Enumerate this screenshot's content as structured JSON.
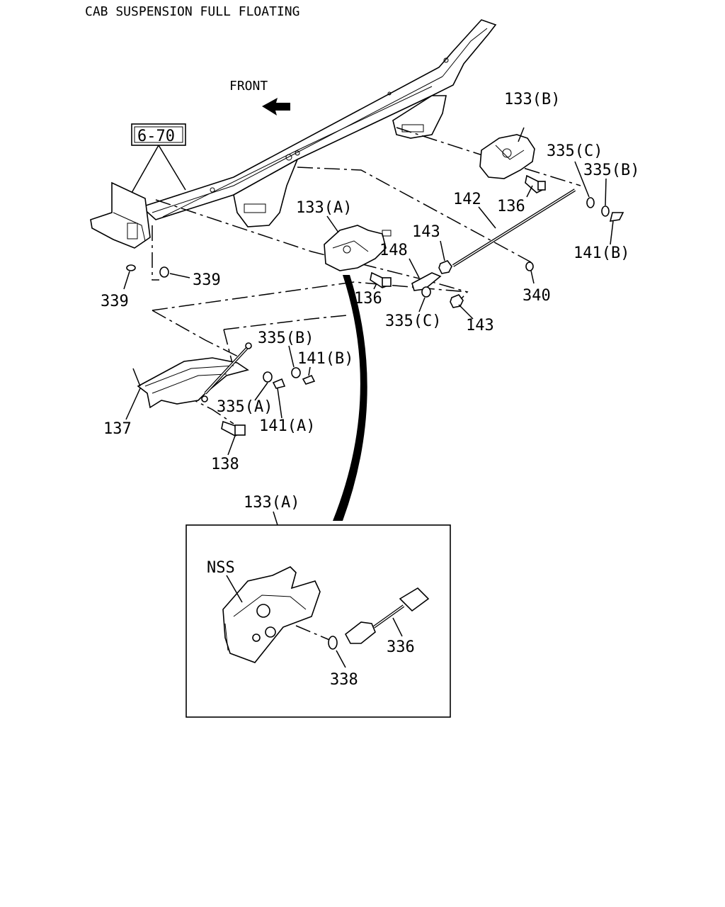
{
  "title": "CAB SUSPENSION FULL FLOATING",
  "front_label": "FRONT",
  "ref_box": "6-70",
  "labels": {
    "p133b": "133(B)",
    "p335c_top": "335(C)",
    "p335b_top": "335(B)",
    "p142": "142",
    "p136_top": "136",
    "p141b_right": "141(B)",
    "p133a": "133(A)",
    "p143_top": "143",
    "p148": "148",
    "p340": "340",
    "p339_left": "339",
    "p339_right": "339",
    "p136_mid": "136",
    "p335c_mid": "335(C)",
    "p143_mid": "143",
    "p335b_mid": "335(B)",
    "p141b_mid": "141(B)",
    "p137": "137",
    "p335a": "335(A)",
    "p141a": "141(A)",
    "p138": "138",
    "p133a_detail": "133(A)",
    "nss": "NSS",
    "p336": "336",
    "p338": "338"
  }
}
